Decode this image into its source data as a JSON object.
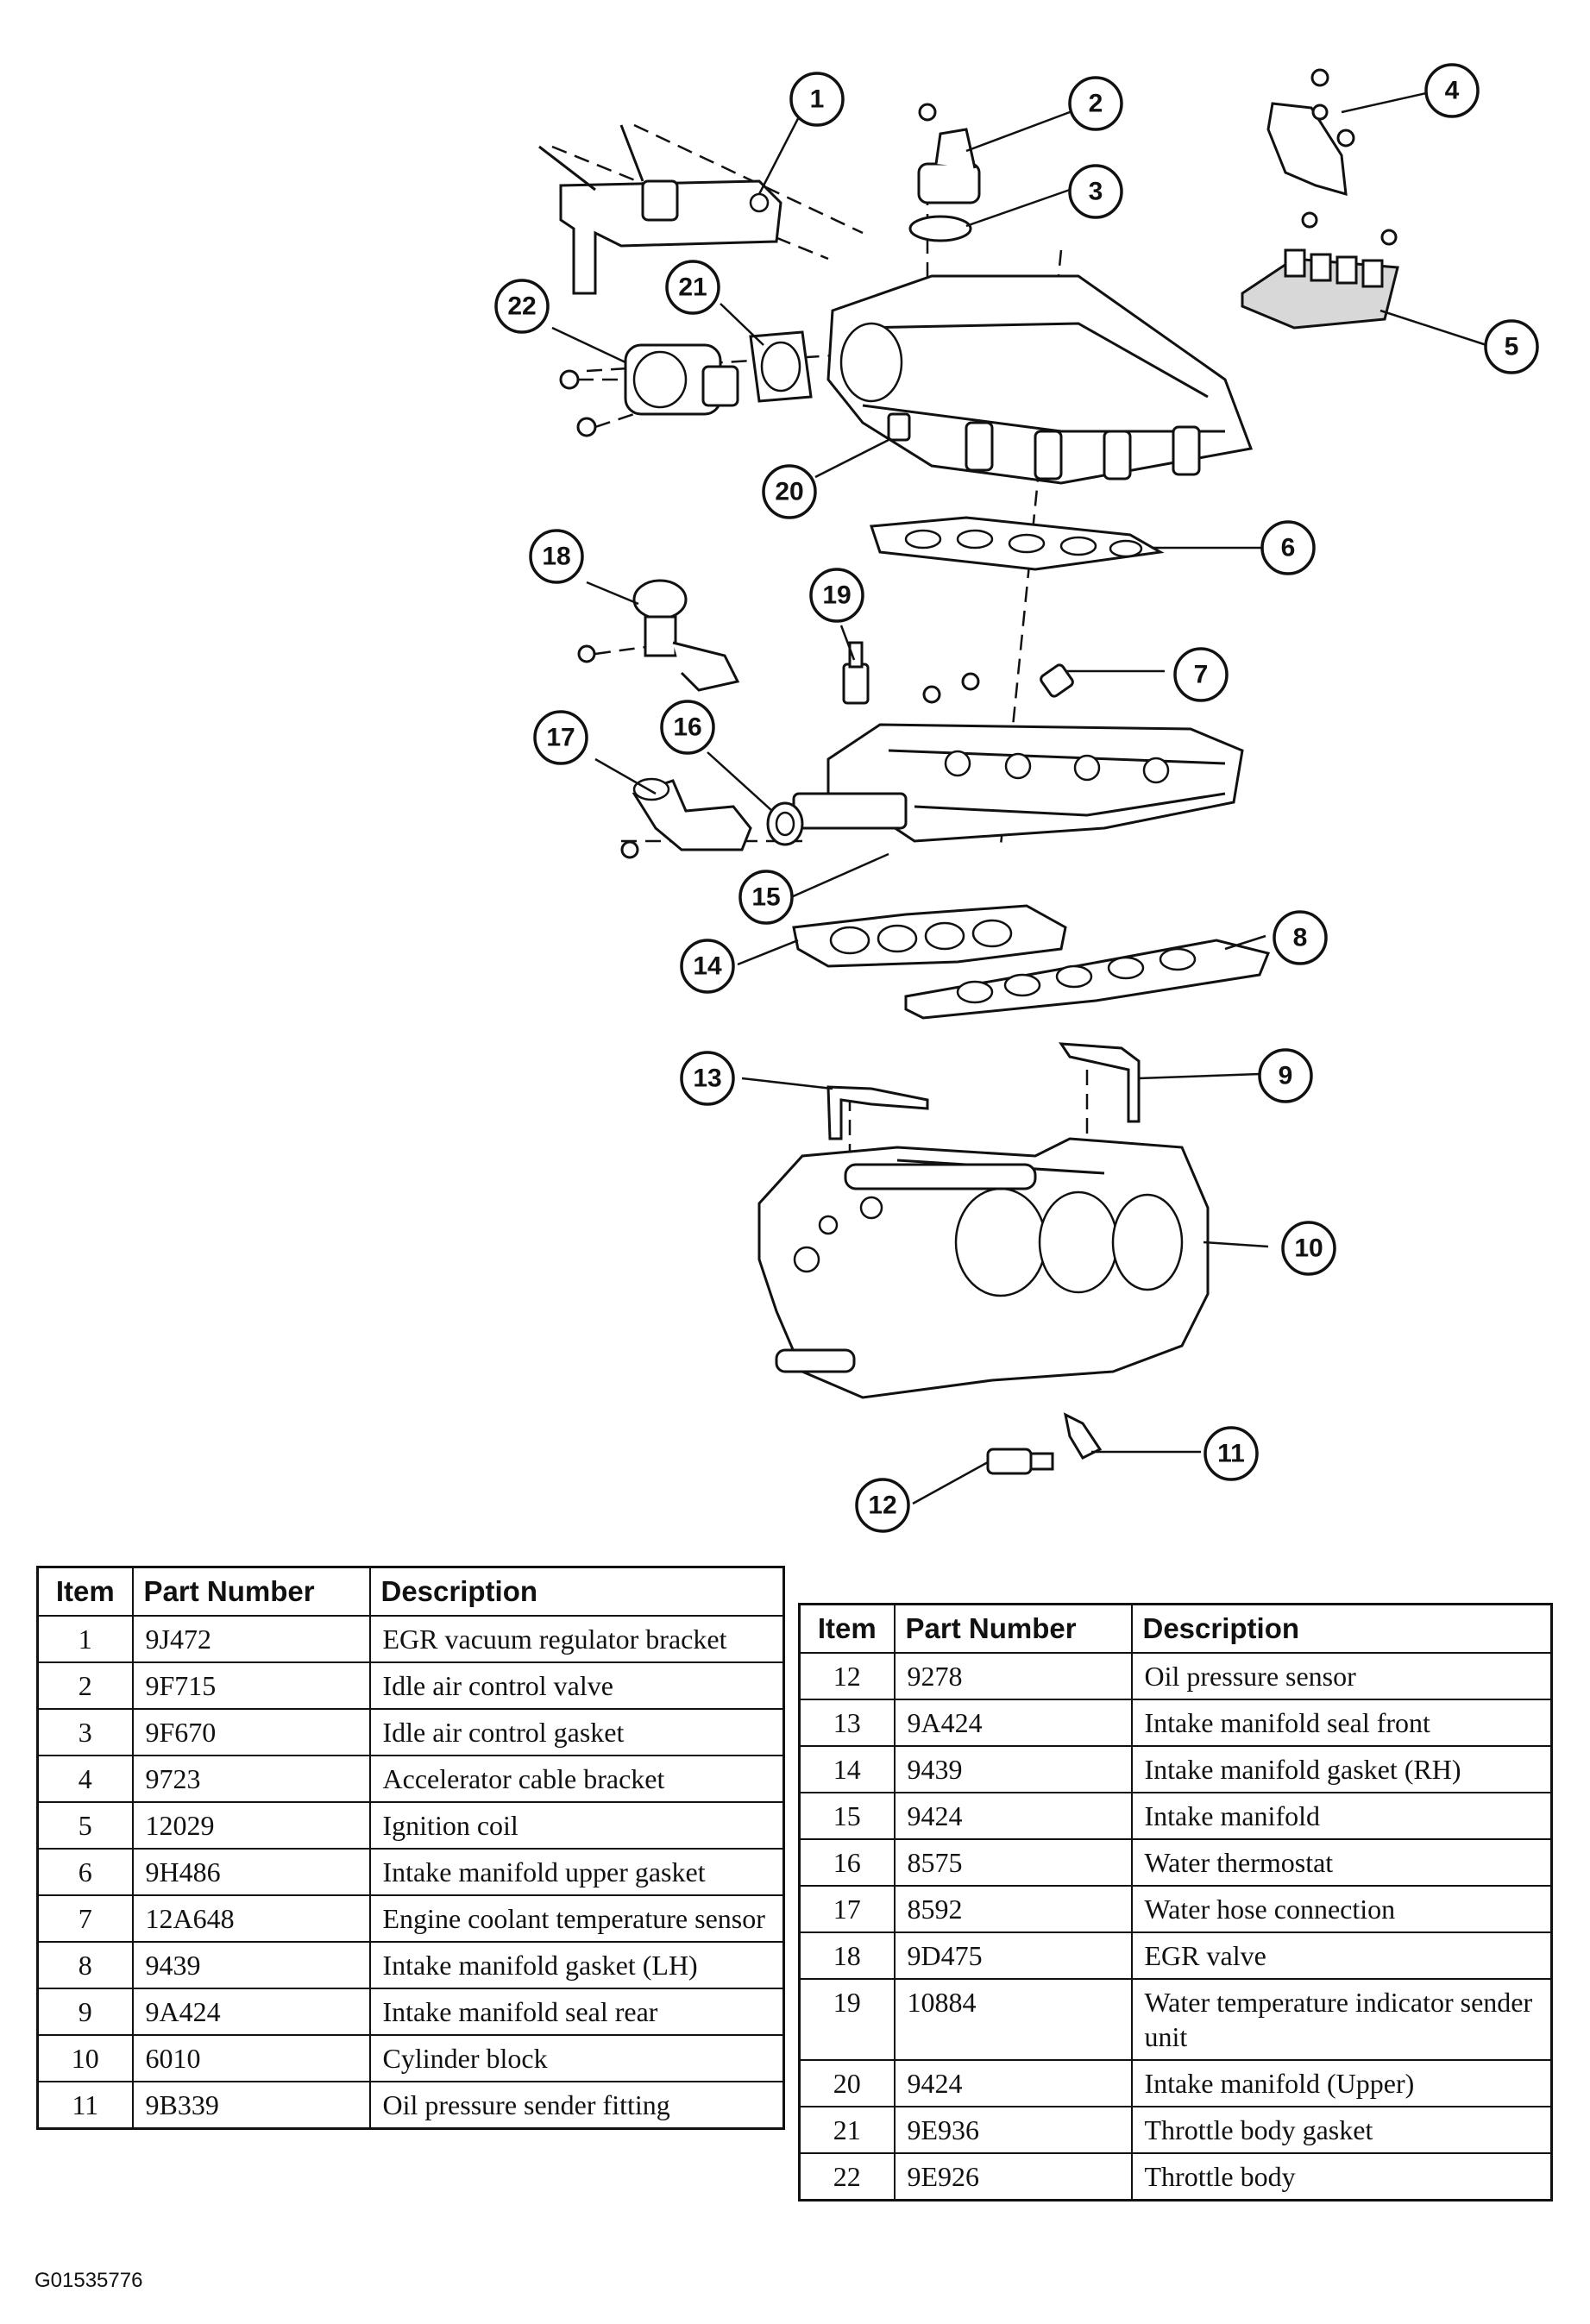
{
  "callouts": [
    "1",
    "2",
    "3",
    "4",
    "5",
    "6",
    "7",
    "8",
    "9",
    "10",
    "11",
    "12",
    "13",
    "14",
    "15",
    "16",
    "17",
    "18",
    "19",
    "20",
    "21",
    "22"
  ],
  "table_left": {
    "headers": {
      "item": "Item",
      "part_number": "Part Number",
      "description": "Description"
    },
    "rows": [
      {
        "item": "1",
        "part_number": "9J472",
        "description": "EGR vacuum regulator bracket"
      },
      {
        "item": "2",
        "part_number": "9F715",
        "description": "Idle air control valve"
      },
      {
        "item": "3",
        "part_number": "9F670",
        "description": "Idle air control gasket"
      },
      {
        "item": "4",
        "part_number": "9723",
        "description": "Accelerator cable bracket"
      },
      {
        "item": "5",
        "part_number": "12029",
        "description": "Ignition coil"
      },
      {
        "item": "6",
        "part_number": "9H486",
        "description": "Intake manifold upper gasket"
      },
      {
        "item": "7",
        "part_number": "12A648",
        "description": "Engine coolant temperature sensor"
      },
      {
        "item": "8",
        "part_number": "9439",
        "description": "Intake manifold gasket (LH)"
      },
      {
        "item": "9",
        "part_number": "9A424",
        "description": "Intake manifold seal rear"
      },
      {
        "item": "10",
        "part_number": "6010",
        "description": "Cylinder block"
      },
      {
        "item": "11",
        "part_number": "9B339",
        "description": "Oil pressure sender fitting"
      }
    ]
  },
  "table_right": {
    "headers": {
      "item": "Item",
      "part_number": "Part Number",
      "description": "Description"
    },
    "rows": [
      {
        "item": "12",
        "part_number": "9278",
        "description": "Oil pressure sensor"
      },
      {
        "item": "13",
        "part_number": "9A424",
        "description": "Intake manifold seal front"
      },
      {
        "item": "14",
        "part_number": "9439",
        "description": "Intake manifold gasket (RH)"
      },
      {
        "item": "15",
        "part_number": "9424",
        "description": "Intake manifold"
      },
      {
        "item": "16",
        "part_number": "8575",
        "description": "Water thermostat"
      },
      {
        "item": "17",
        "part_number": "8592",
        "description": "Water hose connection"
      },
      {
        "item": "18",
        "part_number": "9D475",
        "description": "EGR valve"
      },
      {
        "item": "19",
        "part_number": "10884",
        "description": "Water temperature indicator sender unit"
      },
      {
        "item": "20",
        "part_number": "9424",
        "description": "Intake manifold (Upper)"
      },
      {
        "item": "21",
        "part_number": "9E936",
        "description": "Throttle body gasket"
      },
      {
        "item": "22",
        "part_number": "9E926",
        "description": "Throttle body"
      }
    ]
  },
  "image_id": "G01535776"
}
